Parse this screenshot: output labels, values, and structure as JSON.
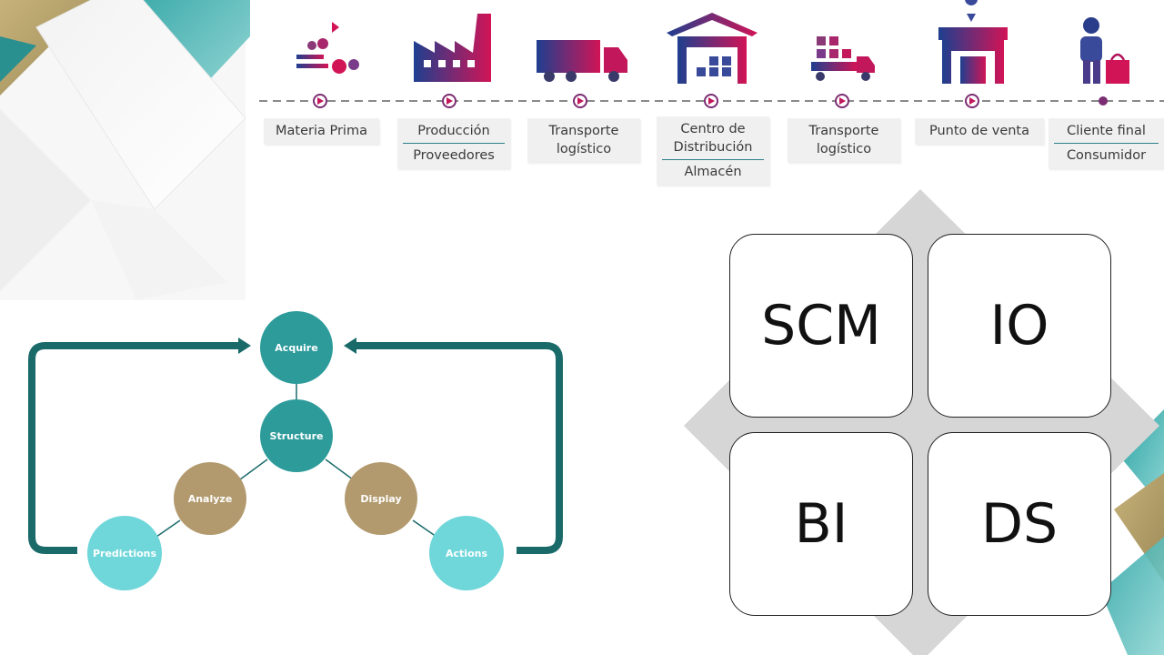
{
  "colors": {
    "supply_chain_gradient_start": "#1e3f8f",
    "supply_chain_gradient_end": "#d11456",
    "timeline_dash": "#8a8a8a",
    "cycle_dark_teal": "#2e9b9b",
    "cycle_light_teal": "#6fd6da",
    "cycle_gold": "#b29a6e",
    "loop_arrow": "#1b6a6a",
    "quadrant_diamond": "#d6d6d6"
  },
  "supply_chain": {
    "stages": [
      {
        "icon": "raw-materials-icon",
        "label": "Materia Prima",
        "sublabel": null
      },
      {
        "icon": "factory-icon",
        "label": "Producción",
        "sublabel": "Proveedores"
      },
      {
        "icon": "truck-icon",
        "label": "Transporte logístico",
        "sublabel": null
      },
      {
        "icon": "warehouse-icon",
        "label": "Centro de Distribución",
        "sublabel": "Almacén"
      },
      {
        "icon": "truck-loaded-icon",
        "label": "Transporte logístico",
        "sublabel": null
      },
      {
        "icon": "store-icon",
        "label": "Punto de venta",
        "sublabel": null
      },
      {
        "icon": "customer-icon",
        "label": "Cliente final",
        "sublabel": "Consumidor"
      }
    ]
  },
  "data_cycle": {
    "nodes": {
      "acquire": "Acquire",
      "structure": "Structure",
      "analyze": "Analyze",
      "display": "Display",
      "predictions": "Predictions",
      "actions": "Actions"
    }
  },
  "quadrants": {
    "top_left": "SCM",
    "top_right": "IO",
    "bottom_left": "BI",
    "bottom_right": "DS"
  }
}
